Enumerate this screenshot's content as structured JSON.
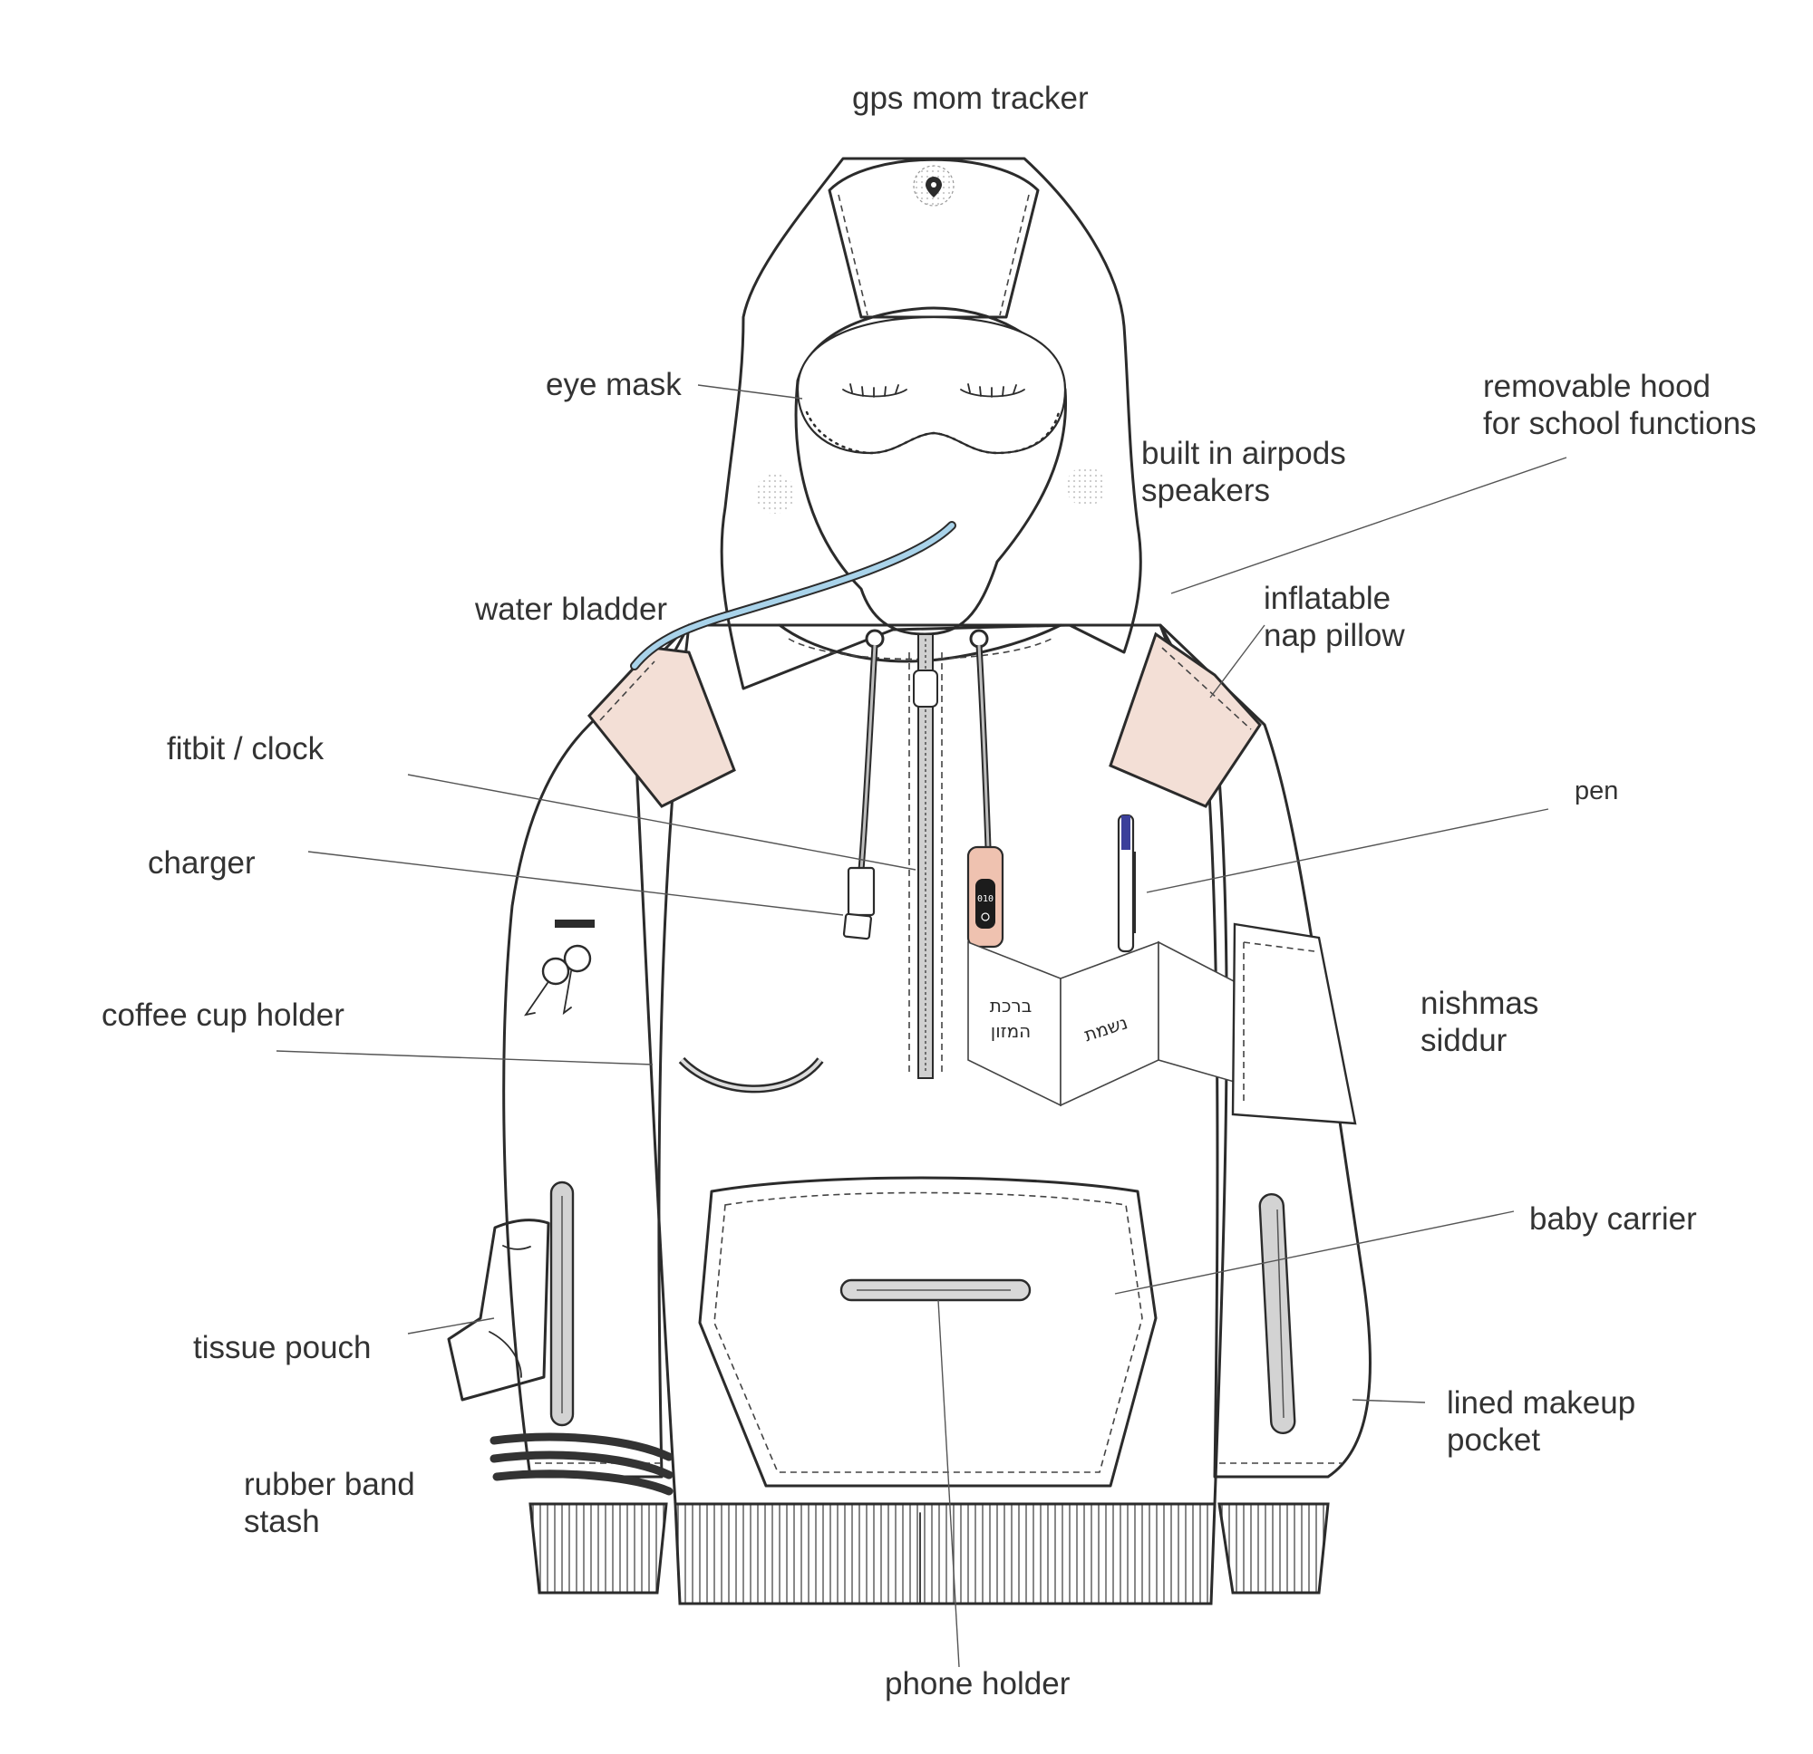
{
  "labels": {
    "gps": "gps mom tracker",
    "eye_mask": "eye mask",
    "hood_1": "removable hood",
    "hood_2": "for school functions",
    "airpods_1": "built in airpods",
    "airpods_2": "speakers",
    "water": "water bladder",
    "pillow_1": "inflatable",
    "pillow_2": "nap pillow",
    "fitbit": "fitbit / clock",
    "pen": "pen",
    "charger": "charger",
    "nishmas_1": "nishmas",
    "nishmas_2": "siddur",
    "coffee": "coffee cup holder",
    "baby": "baby carrier",
    "tissue": "tissue pouch",
    "makeup_1": "lined makeup",
    "makeup_2": "pocket",
    "rubber_1": "rubber band",
    "rubber_2": "stash",
    "phone": "phone holder"
  },
  "booklet_text": {
    "left_1": "ברכת",
    "left_2": "המזון",
    "right": "נשמת"
  },
  "fitbit_display": "010",
  "colors": {
    "line": "#2b2b2b",
    "label_text": "#333333",
    "shoulder_pad": "#f3dfd6",
    "water_tube": "#a9d3ea",
    "fitbit_band": "#efc2b0",
    "pen_cap": "#3b3f9a",
    "speaker_dots": "#d9d9d9"
  }
}
